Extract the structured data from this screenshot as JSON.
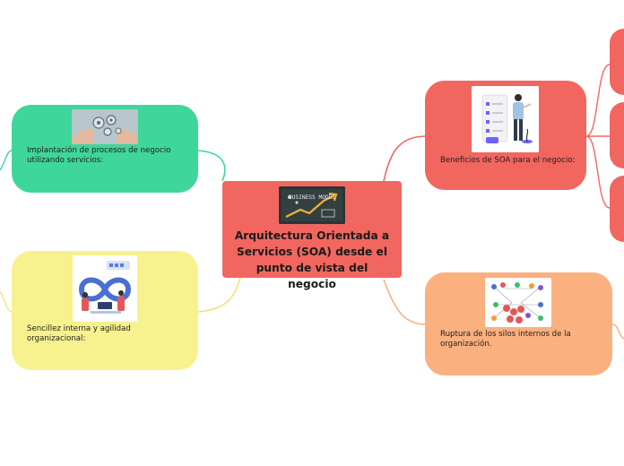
{
  "central": {
    "title": "Arquitectura Orientada a Servicios (SOA) desde el punto de vista del negocio",
    "image_text": "BUSINESS MODEL"
  },
  "branches": {
    "procesos": {
      "label": "Implantación de procesos de negocio utilizando servicios:",
      "color": "#3fd69b",
      "link_color": "#3fd69b"
    },
    "sencillez": {
      "label": "Sencillez interna y agilidad organizacional:",
      "color": "#f7f28d",
      "link_color": "#ece57a"
    },
    "beneficios": {
      "label": "Beneficios de SOA para el negocio:",
      "color": "#f26660",
      "link_color": "#f26660"
    },
    "ruptura": {
      "label": "Ruptura de los silos internos de la organización.",
      "color": "#fbb07f",
      "link_color": "#fbb07f"
    }
  },
  "colors": {
    "central": "#f26660",
    "background": "#ffffff"
  }
}
